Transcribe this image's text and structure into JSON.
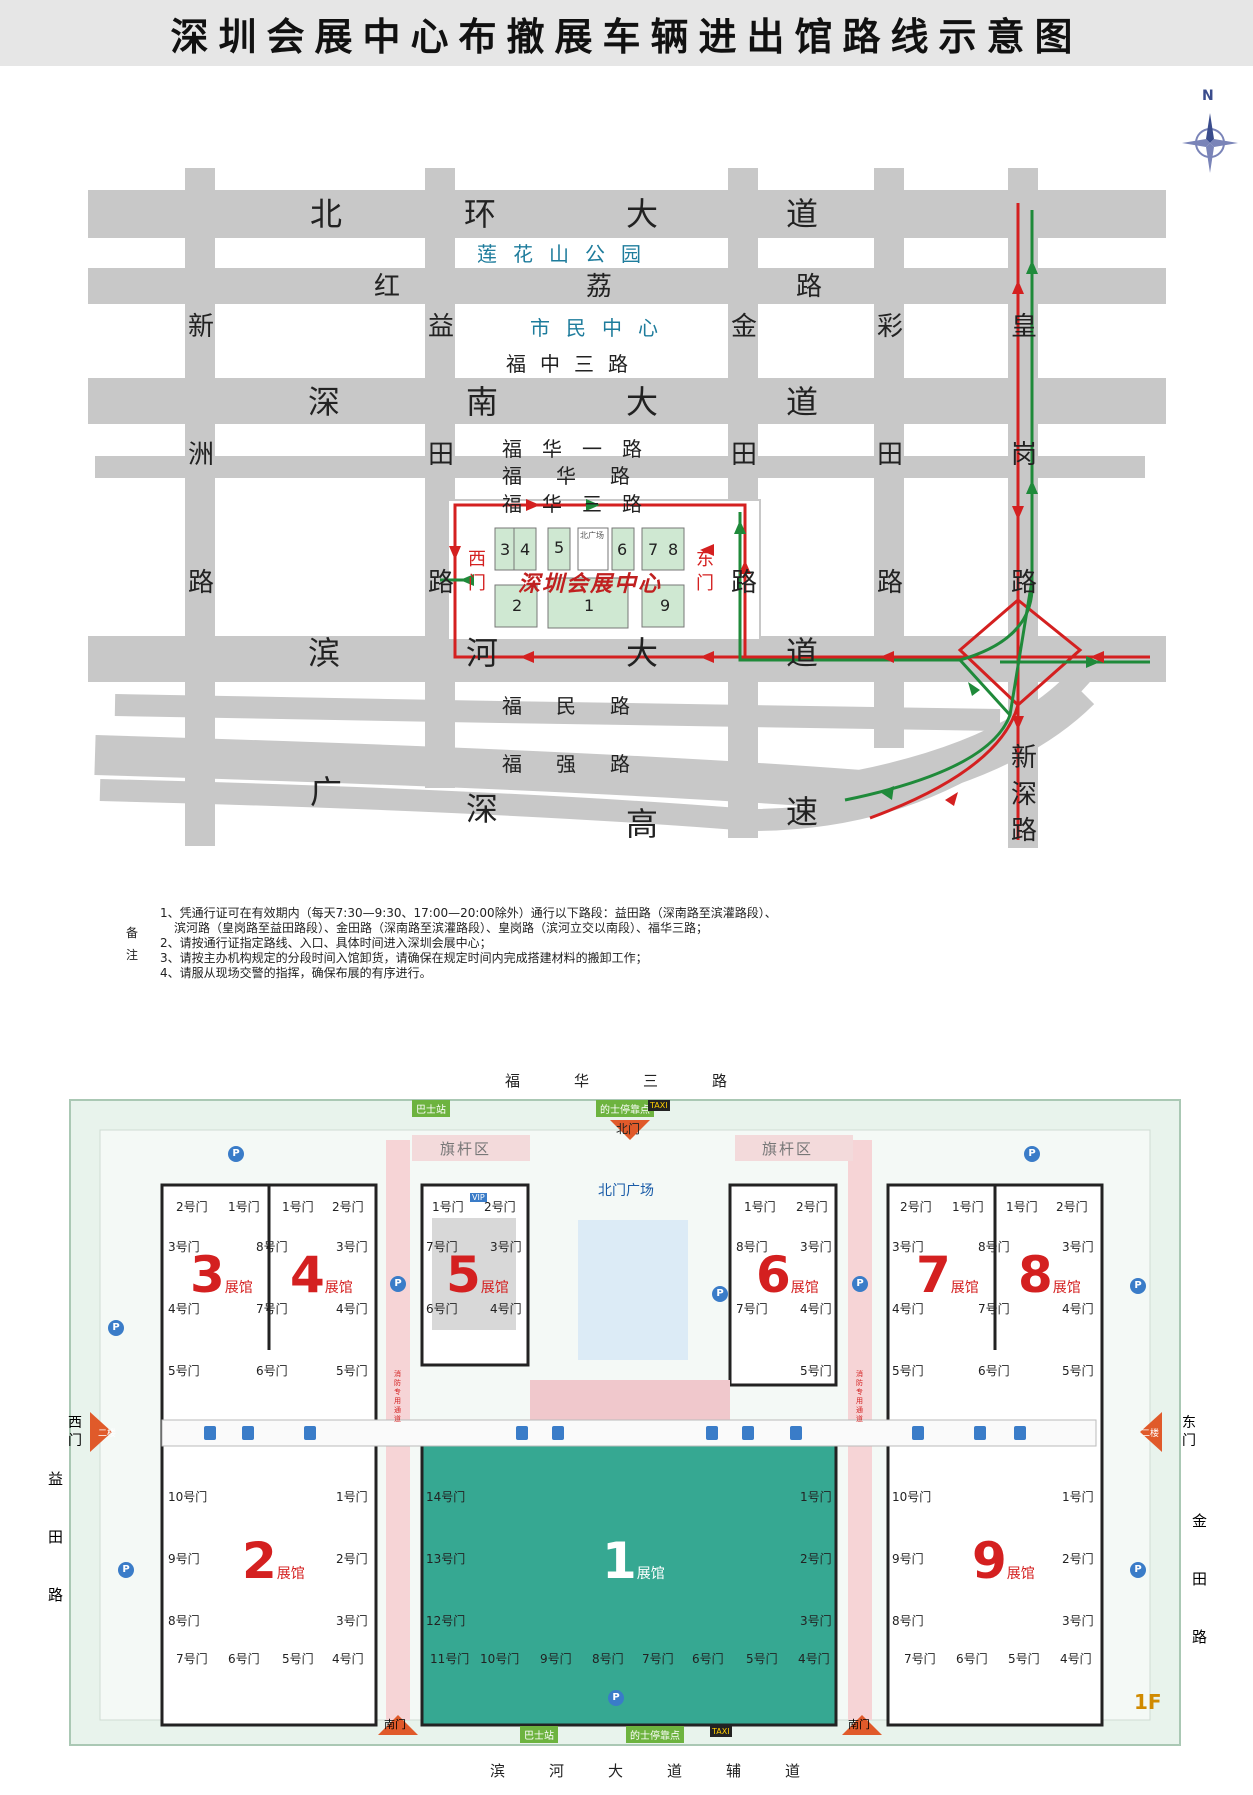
{
  "title": "深圳会展中心布撤展车辆进出馆路线示意图",
  "compass": "N",
  "roads": {
    "beihuan": [
      "北",
      "环",
      "大",
      "道"
    ],
    "lianhuashan": "莲花山公园",
    "hongli": [
      "红",
      "荔",
      "路"
    ],
    "shimin": "市民中心",
    "fuzhong3": "福中三路",
    "shennan": [
      "深",
      "南",
      "大",
      "道"
    ],
    "fuhua1": "福华一路",
    "fuhua": "福华路",
    "fuhua3": "福华三路",
    "binhe": [
      "滨",
      "河",
      "大",
      "道"
    ],
    "fumin": "福民路",
    "fuqiang": "福强路",
    "guangshen": [
      "广",
      "深",
      "高",
      "速"
    ],
    "xinzhou": [
      "新",
      "洲",
      "路"
    ],
    "yitian": [
      "益",
      "田",
      "路"
    ],
    "jintian": [
      "金",
      "田",
      "路"
    ],
    "caitian": [
      "彩",
      "田",
      "路"
    ],
    "huanggang": [
      "皇",
      "岗",
      "路"
    ],
    "xinshen": [
      "新",
      "深",
      "路"
    ]
  },
  "center": {
    "name": "深圳会展中心",
    "west_gate": [
      "西",
      "门"
    ],
    "east_gate": [
      "东",
      "门"
    ],
    "north_plaza_small": "北广场",
    "halls": [
      "3",
      "4",
      "5",
      "6",
      "7",
      "8",
      "2",
      "1",
      "9"
    ]
  },
  "notes": {
    "side": [
      "备",
      "注"
    ],
    "lines": [
      "1、凭通行证可在有效期内（每天7:30—9:30、17:00—20:00除外）通行以下路段：益田路（深南路至滨灌路段）、",
      "滨河路（皇岗路至益田路段）、金田路（深南路至滨灌路段）、皇岗路（滨河立交以南段）、福华三路；",
      "2、请按通行证指定路线、入口、具体时间进入深圳会展中心；",
      "3、请按主办机构规定的分段时间入馆卸货，请确保在规定时间内完成搭建材料的搬卸工作；",
      "4、请服从现场交警的指挥，确保布展的有序进行。"
    ]
  },
  "floor": {
    "top_road": "福华三路",
    "bottom_road": "滨河大道辅道",
    "left_road": [
      "益",
      "田",
      "路"
    ],
    "right_road": [
      "金",
      "田",
      "路"
    ],
    "west_gate": [
      "西",
      "门"
    ],
    "east_gate": [
      "东",
      "门"
    ],
    "north_gate": "北门",
    "north_plaza": "北门广场",
    "south_gate": "南门",
    "flag_area": "旗杆区",
    "bus_station": "巴士站",
    "taxi_stop": "的士停靠点",
    "taxi": "TAXI",
    "fire_lane": "消防专用通道",
    "floor_label": "1F",
    "second_floor": "二楼",
    "vip": "VIP",
    "hall_suffix": "展馆",
    "halls": [
      {
        "num": "3",
        "doors": [
          "2号门",
          "1号门",
          "3号门",
          "4号门",
          "5号门"
        ]
      },
      {
        "num": "4",
        "doors": [
          "1号门",
          "2号门",
          "8号门",
          "3号门",
          "7号门",
          "4号门",
          "6号门",
          "5号门"
        ]
      },
      {
        "num": "5",
        "doors": [
          "1号门",
          "2号门",
          "7号门",
          "3号门",
          "6号门",
          "4号门"
        ]
      },
      {
        "num": "6",
        "doors": [
          "1号门",
          "2号门",
          "8号门",
          "3号门",
          "7号门",
          "4号门",
          "5号门"
        ]
      },
      {
        "num": "7",
        "doors": [
          "2号门",
          "1号门",
          "3号门",
          "4号门",
          "5号门"
        ]
      },
      {
        "num": "8",
        "doors": [
          "1号门",
          "2号门",
          "8号门",
          "3号门",
          "7号门",
          "4号门",
          "6号门",
          "5号门"
        ]
      },
      {
        "num": "2",
        "doors": [
          "10号门",
          "1号门",
          "9号门",
          "2号门",
          "8号门",
          "3号门",
          "7号门",
          "6号门",
          "5号门",
          "4号门"
        ]
      },
      {
        "num": "1",
        "doors": [
          "14号门",
          "1号门",
          "13号门",
          "2号门",
          "12号门",
          "3号门",
          "11号门",
          "10号门",
          "9号门",
          "8号门",
          "7号门",
          "6号门",
          "5号门",
          "4号门"
        ]
      },
      {
        "num": "9",
        "doors": [
          "10号门",
          "1号门",
          "9号门",
          "2号门",
          "8号门",
          "3号门",
          "7号门",
          "6号门",
          "5号门",
          "4号门"
        ]
      }
    ]
  },
  "colors": {
    "entry_route": "#d42020",
    "exit_route": "#1f8a3a",
    "hall1_fill": "#36a892",
    "road_gray": "#c8c8c8",
    "hall_red": "#d42020"
  }
}
